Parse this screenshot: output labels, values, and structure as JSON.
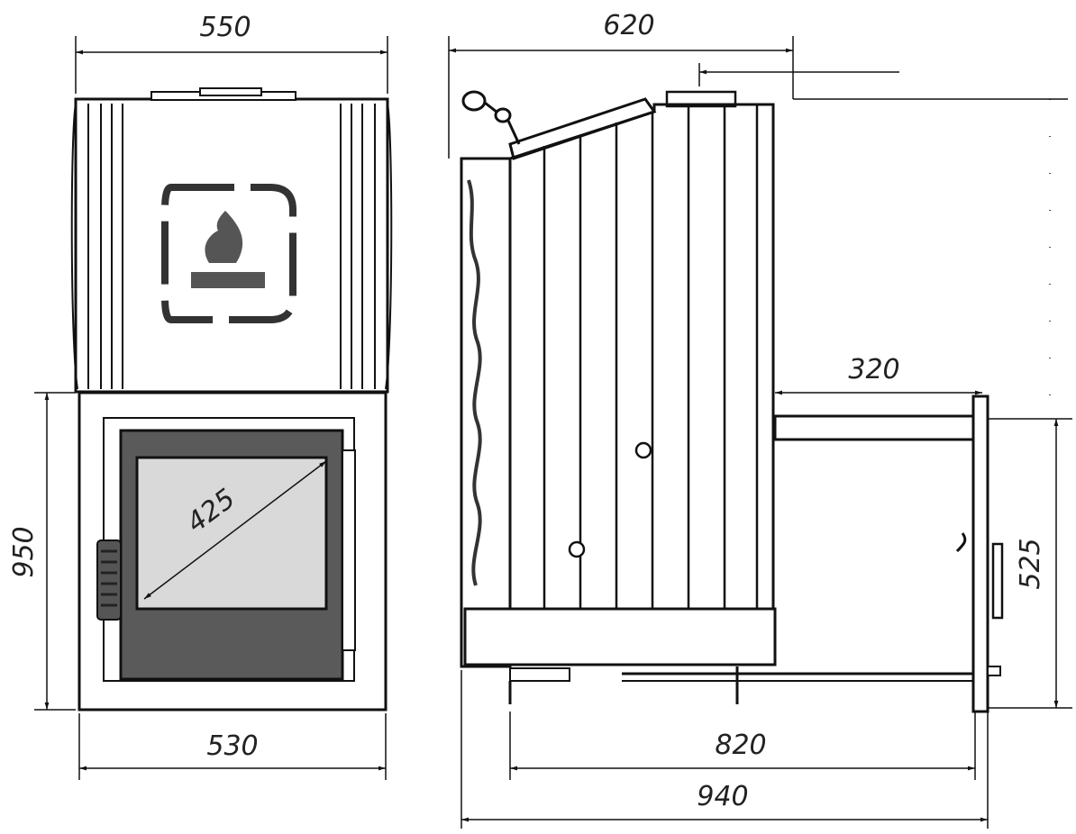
{
  "dimensions": {
    "front_top_width": "550",
    "front_left_height": "950",
    "front_bottom_width": "530",
    "glass_diagonal": "425",
    "side_top_width": "620",
    "side_lower_length": "320",
    "side_right_height": "525",
    "side_bottom_inner": "820",
    "side_bottom_total": "940"
  },
  "colors": {
    "line": "#111111",
    "door": "#5a5a5a",
    "glass": "#d9d9d9",
    "panel": "#ffffff"
  },
  "icons": [
    "flame-icon",
    "door-handle-icon"
  ]
}
